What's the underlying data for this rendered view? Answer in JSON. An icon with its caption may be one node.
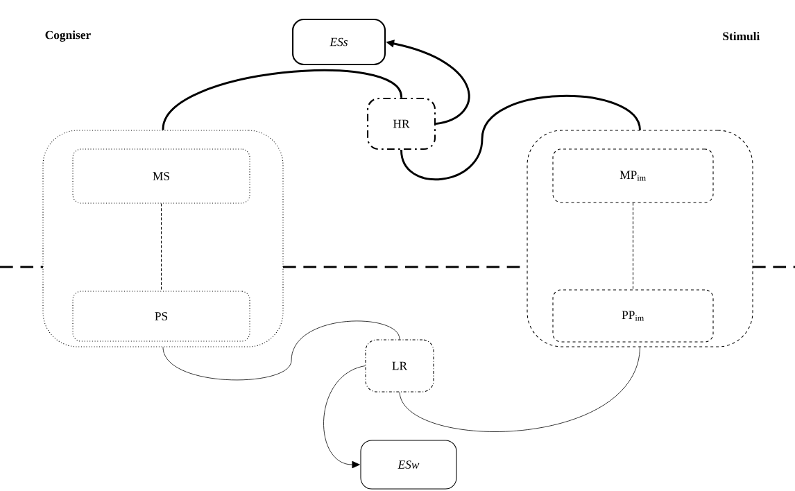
{
  "diagram": {
    "nodes": [
      {
        "text": [],
        "shape": "box"
      },
      {
        "text": [
          "MS"
        ],
        "in": 0
      },
      {
        "text": [
          "PS"
        ],
        "in": 0
      },
      {
        "text": [],
        "shape": "box"
      },
      {
        "text": [
          "MP$_{im}$"
        ],
        "in": 3
      },
      {
        "text": [
          "PP$_{im}$"
        ],
        "in": 3
      },
      {
        "text": [
          "HR"
        ]
      },
      {
        "text": [
          "LR"
        ]
      },
      {
        "text": [
          "ESs"
        ]
      },
      {
        "text": [
          "ESw"
        ]
      }
    ],
    "edges": [
      {
        "from": 1,
        "to": 2,
        "arrow": "none",
        "style": "dashed"
      },
      {
        "from": 4,
        "to": 5,
        "arrow": "none",
        "style": "dashed"
      },
      {
        "from": 0,
        "to": 6,
        "arrow": "none",
        "style": "thick"
      },
      {
        "from": 6,
        "to": 8,
        "arrow": "to",
        "style": "thick"
      },
      {
        "from": 6,
        "to": 3,
        "arrow": "none",
        "style": "thick"
      },
      {
        "from": 0,
        "to": 7,
        "arrow": "none"
      },
      {
        "from": 7,
        "to": 9,
        "arrow": "to"
      },
      {
        "from": 7,
        "to": 3,
        "arrow": "none"
      }
    ],
    "labels": [
      "Cogniser",
      "Stimuli"
    ]
  }
}
